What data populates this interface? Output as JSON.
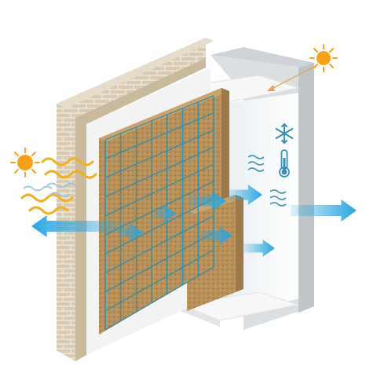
{
  "image": {
    "subject": "wall-insulation-cross-section",
    "labels": []
  },
  "colors": {
    "brick": "#d9cbb3",
    "brick_mortar": "#efe7da",
    "insulation_board": "#b8905a",
    "mesh": "#2b8fb0",
    "plaster": "#f4f4f4",
    "arrow_blue": "#2aa6e0",
    "heat_wave": "#f2b01e",
    "sun": "#f5a11a",
    "cold_wave": "#3a8fb7"
  },
  "icons": [
    "sun-icon-left",
    "sun-icon-right",
    "snowflake-icon",
    "thermometer-icon",
    "heat-wave-icon",
    "cold-wave-icon"
  ]
}
